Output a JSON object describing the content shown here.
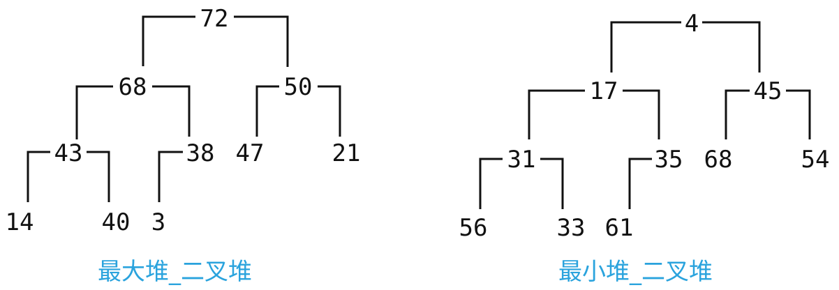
{
  "max_heap": {
    "caption": "最大堆_二叉堆",
    "nodes": {
      "n72": "72",
      "n68": "68",
      "n50": "50",
      "n43": "43",
      "n38": "38",
      "n47": "47",
      "n21": "21",
      "n14": "14",
      "n40": "40",
      "n3": "3"
    }
  },
  "min_heap": {
    "caption": "最小堆_二叉堆",
    "nodes": {
      "n4": "4",
      "n17": "17",
      "n45": "45",
      "n31": "31",
      "n35": "35",
      "n68": "68",
      "n54": "54",
      "n56": "56",
      "n33": "33",
      "n61": "61"
    }
  },
  "colors": {
    "caption": "#2AA3DD",
    "text": "#111111"
  }
}
